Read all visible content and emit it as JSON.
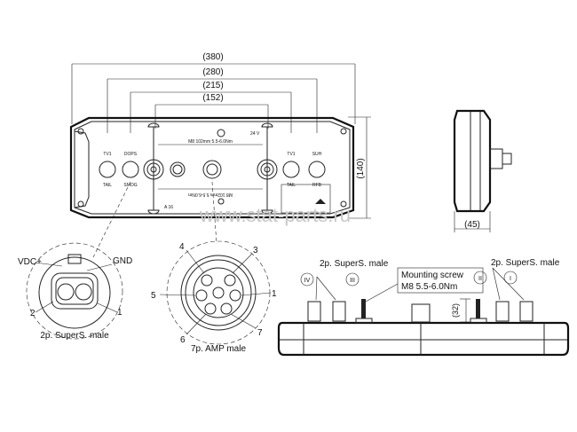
{
  "front_view": {
    "dimensions": [
      "(380)",
      "(280)",
      "(215)",
      "(152)",
      "(140)"
    ],
    "connector_labels_top": [
      "TV1",
      "DOPS",
      "TV1",
      "SUH"
    ],
    "connector_labels_bottom": [
      "TAIL",
      "SMOG",
      "TAIL",
      "RFB"
    ],
    "voltage": "24 V",
    "screw_note": "M8 102mm 5.5-6.0Nm",
    "screw_note_flipped": "M8 102mm 5.5-6.0Nm",
    "corner_mark": "A 16"
  },
  "side_view": {
    "depth_dimension": "(45)"
  },
  "connector_2p": {
    "pin_labels": [
      "VDC+",
      "GND",
      "2",
      "1"
    ],
    "caption": "2p. SuperS. male"
  },
  "connector_7p": {
    "pin_labels": [
      "4",
      "3",
      "5",
      "1",
      "6",
      "7"
    ],
    "caption": "7p. AMP male"
  },
  "bottom_view": {
    "left_label": "2p. SuperS. male",
    "right_label": "2p. SuperS. male",
    "roman_markers": [
      "IV",
      "III",
      "II",
      "I"
    ],
    "mounting_note_line1": "Mounting screw",
    "mounting_note_line2": "M8  5.5-6.0Nm",
    "height_dimension": "(32)"
  },
  "watermark": "www.stat-parts.ru"
}
